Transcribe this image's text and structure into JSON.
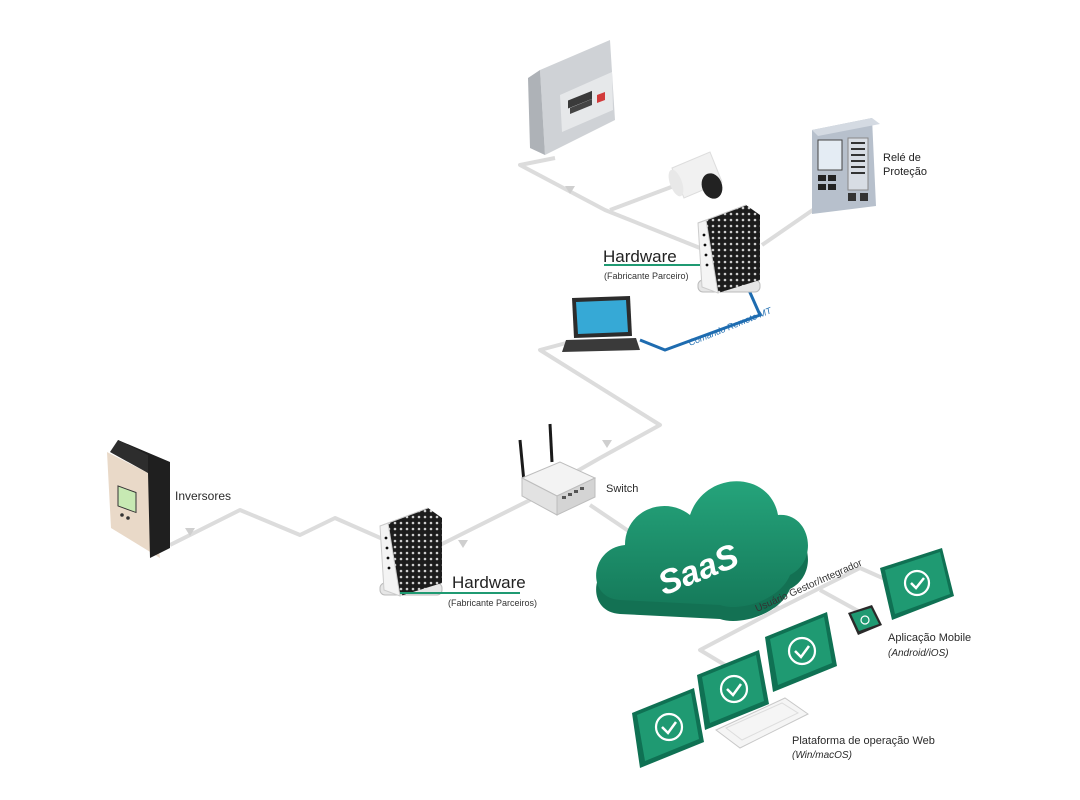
{
  "labels": {
    "rele": [
      "Relé de",
      "Proteção"
    ],
    "hardware_top": "Hardware",
    "hardware_top_sub": "(Fabricante Parceiro)",
    "comando": "Comando Remoto MT",
    "inversores": "Inversores",
    "switch": "Switch",
    "hardware_bottom": "Hardware",
    "hardware_bottom_sub": "(Fabricante Parceiros)",
    "saas": "SaaS",
    "usuario": "Usuário Gestor/Integrador",
    "mobile": "Aplicação Mobile",
    "mobile_os": "(Android/iOS)",
    "web": "Plataforma de operação Web",
    "web_os": "(Win/macOS)"
  },
  "colors": {
    "green": "#1f9a72",
    "green_dark": "#167a5a",
    "blue": "#1e6cb0",
    "line": "#dedede",
    "device_dark": "#2b2b2b"
  },
  "icons": [
    "meter-icon",
    "sensor-icon",
    "relay-icon",
    "gateway-icon",
    "laptop-icon",
    "inverter-icon",
    "switch-icon",
    "cloud-icon",
    "tablet-icon",
    "phone-icon",
    "check-icon"
  ]
}
